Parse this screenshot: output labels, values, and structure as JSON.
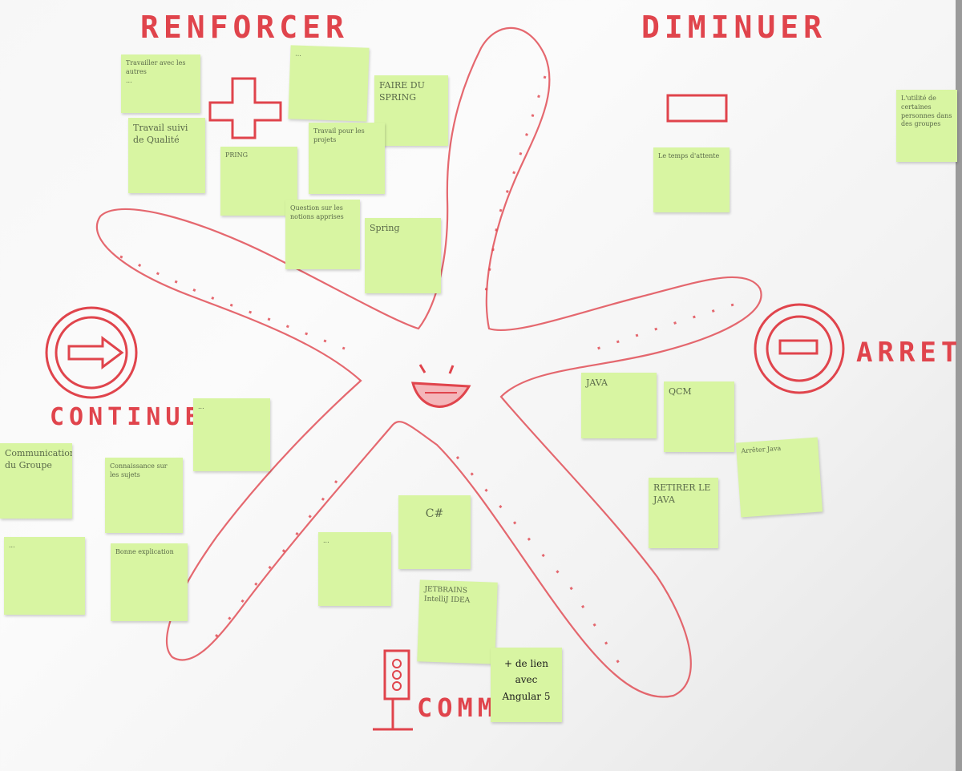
{
  "headings": {
    "renforcer": "RENFORCER",
    "diminuer": "DIMINUER",
    "continuer": "CONTINUER",
    "arreter": "ARRETER",
    "commencer": "COMM"
  },
  "colors": {
    "marker": "#e0444c",
    "note": "#d8f5a2",
    "board": "#f7f7f7"
  },
  "notes": {
    "r1": "Travailler avec les autres\n...",
    "r2": "...",
    "r3": "FAIRE DU SPRING",
    "r4": "Travail suivi de Qualité",
    "r5": "Travail pour les projets",
    "r6": "PRING",
    "r7": "Question sur les notions apprises",
    "r8": "Spring",
    "d1": "Le temps d'attente",
    "d2": "L'utilité de certaines personnes dans des groupes",
    "c1": "...",
    "c2": "Communication du Groupe",
    "c3": "Connaissance sur les sujets",
    "c4": "...",
    "c5": "Bonne explication",
    "s1": "C#",
    "s2": "...",
    "s3": "JETBRAINS IntelliJ IDEA",
    "s4": "+ de lien avec Angular 5",
    "a1": "JAVA",
    "a2": "QCM",
    "a3": "RETIRER LE JAVA",
    "a4": "Arrêter Java"
  }
}
